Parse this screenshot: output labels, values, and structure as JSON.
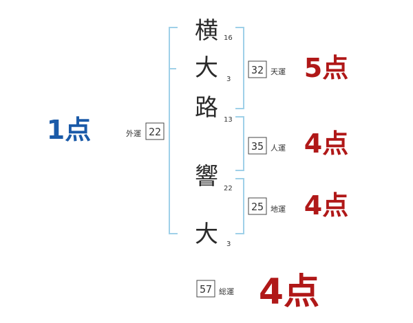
{
  "name": {
    "characters": [
      {
        "char": "横",
        "strokes": "16"
      },
      {
        "char": "大",
        "strokes": "3"
      },
      {
        "char": "路",
        "strokes": "13"
      },
      {
        "char": "響",
        "strokes": "22"
      },
      {
        "char": "大",
        "strokes": "3"
      }
    ]
  },
  "fortunes": {
    "tenkaku": {
      "value": "32",
      "label": "天運",
      "score": "5点"
    },
    "jinkaku": {
      "value": "35",
      "label": "人運",
      "score": "4点"
    },
    "chikaku": {
      "value": "25",
      "label": "地運",
      "score": "4点"
    },
    "gaikaku": {
      "value": "22",
      "label": "外運",
      "score": "1点"
    },
    "soukaku": {
      "value": "57",
      "label": "総運",
      "score": "4点"
    }
  },
  "colors": {
    "bracket": "#9fd0e8",
    "score_good": "#b01818",
    "score_bad": "#1a5aa8"
  }
}
